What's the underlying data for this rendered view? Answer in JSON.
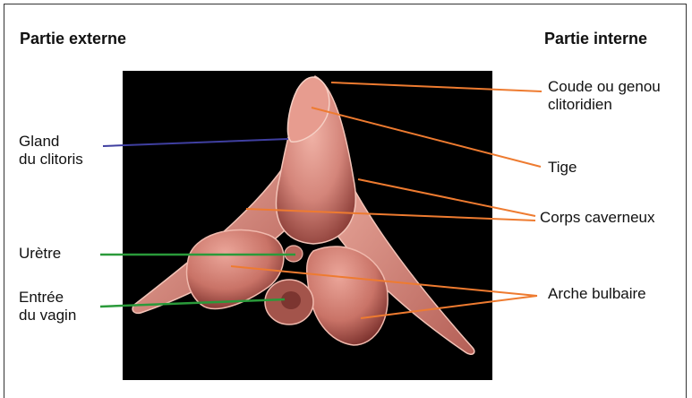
{
  "headers": {
    "left": "Partie externe",
    "right": "Partie interne"
  },
  "labels": {
    "gland": "Gland\ndu clitoris",
    "uretre": "Urètre",
    "vagin": "Entrée\ndu vagin",
    "coude": "Coude ou genou\nclitoridien",
    "tige": "Tige",
    "corps": "Corps caverneux",
    "arche": "Arche bulbaire"
  },
  "colors": {
    "photo_background": "#000000",
    "tissue": "#d88a7e",
    "external_leader_blue": "#3f3fa0",
    "external_leader_green": "#2a9a3a",
    "internal_leader_orange": "#ee7b30"
  }
}
